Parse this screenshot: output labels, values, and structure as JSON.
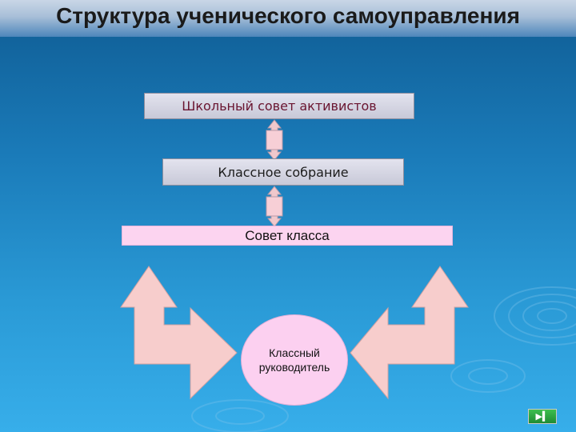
{
  "slide": {
    "title": "Структура ученического самоуправления"
  },
  "diagram": {
    "school_council": "Школьный совет активистов",
    "class_meeting": "Классное собрание",
    "class_council": "Совет класса",
    "teacher_line1": "Классный",
    "teacher_line2": "руководитель"
  },
  "nav": {
    "play_icon": "play-end-icon",
    "glyph": "▶▍"
  },
  "colors": {
    "arrow_fill": "#f7cfcf",
    "box_fill": "#d6d6e4",
    "council_fill": "#fcd4f0",
    "circle_fill": "#fcd0f0",
    "school_text": "#6a1530"
  }
}
